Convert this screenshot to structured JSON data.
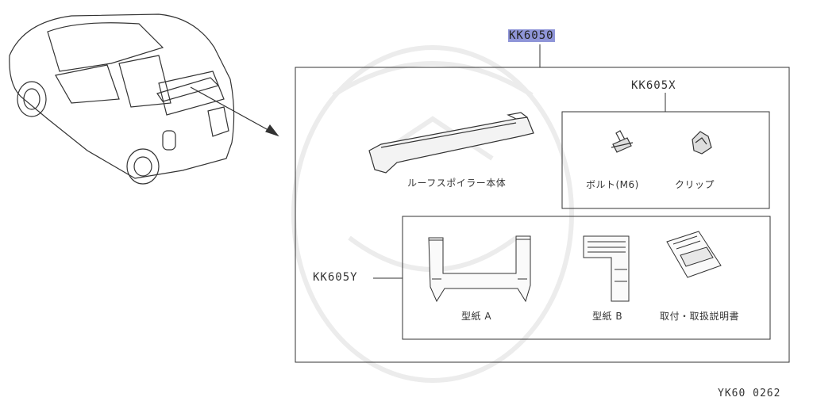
{
  "header": {
    "part_code": "KK6050"
  },
  "footer": {
    "diagram_id": "YK60 0262"
  },
  "main_box": {
    "spoiler_label": "ルーフスポイラー本体",
    "hardware_kit": {
      "code": "KK605X",
      "items": [
        {
          "label": "ボルト(M6)",
          "icon": "bolt-icon"
        },
        {
          "label": "クリップ",
          "icon": "clip-icon"
        }
      ]
    },
    "template_kit": {
      "code": "KK605Y",
      "items": [
        {
          "label": "型紙 A",
          "icon": "template-a-drawing"
        },
        {
          "label": "型紙 B",
          "icon": "template-b-drawing"
        },
        {
          "label": "取付・取扱説明書",
          "icon": "manual-icon"
        }
      ]
    }
  },
  "colors": {
    "highlight": "#8f95d8",
    "line": "#333333",
    "watermark": "#ececec"
  }
}
